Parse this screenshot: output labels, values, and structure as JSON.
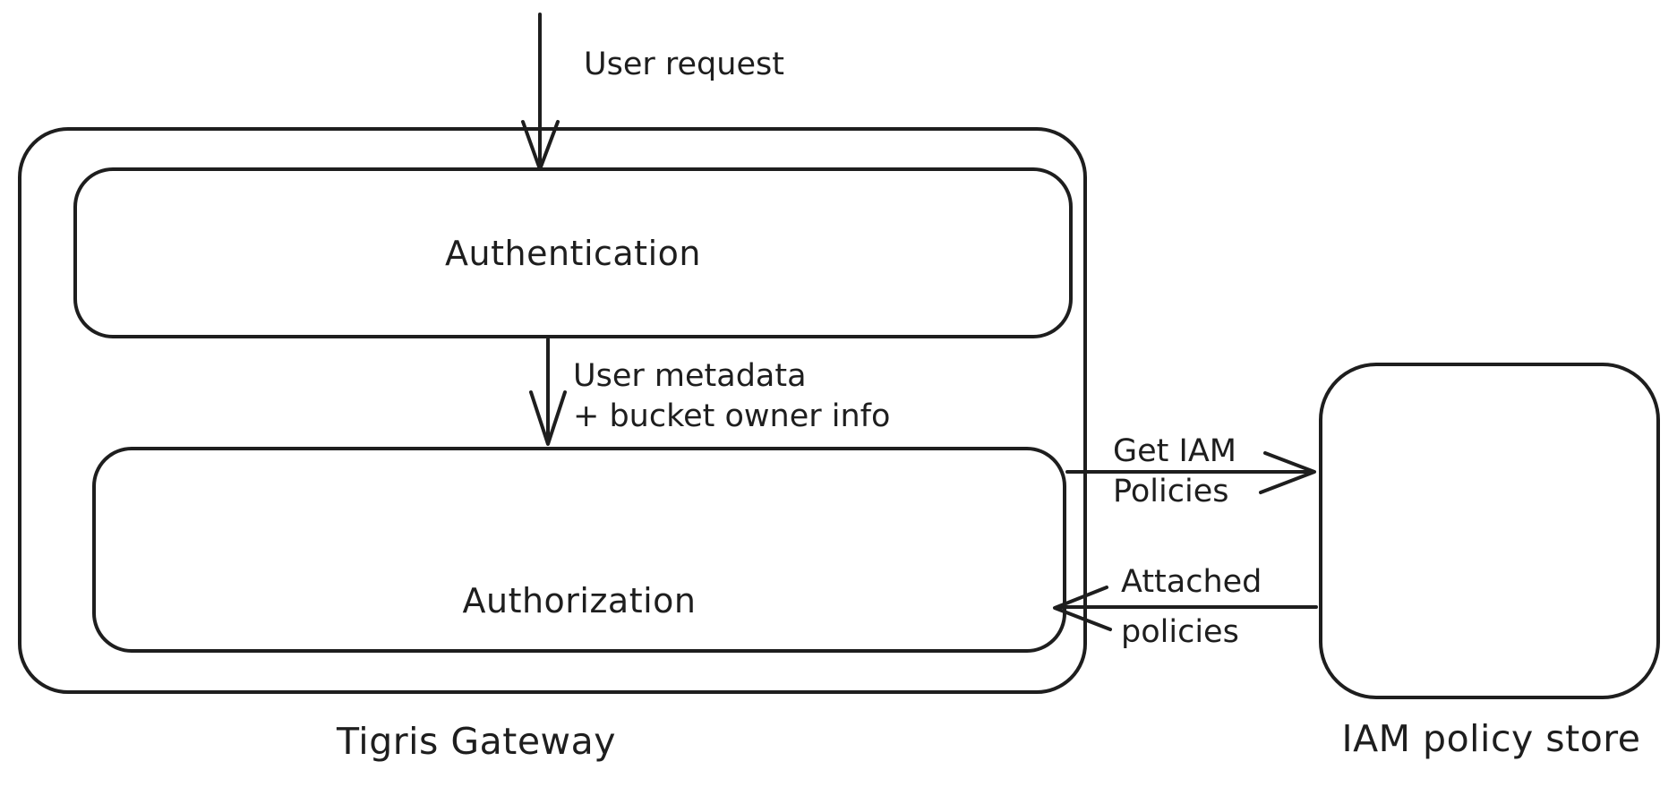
{
  "diagram": {
    "type": "architecture-flow",
    "colors": {
      "background": "#ffffff",
      "stroke": "#1e1e1e"
    },
    "nodes": {
      "gateway": {
        "label": "Tigris Gateway"
      },
      "authentication": {
        "label": "Authentication"
      },
      "authorization": {
        "label": "Authorization"
      },
      "iam_policy_store": {
        "label": "IAM policy store"
      }
    },
    "edges": {
      "user_request": {
        "label": "User request",
        "from": "external",
        "to": "authentication"
      },
      "user_metadata": {
        "line1": "User metadata",
        "line2": "+ bucket owner info",
        "from": "authentication",
        "to": "authorization"
      },
      "get_iam_policies": {
        "line1": "Get IAM",
        "line2": "Policies",
        "from": "authorization",
        "to": "iam_policy_store"
      },
      "attached_policies": {
        "line1": "Attached",
        "line2": "policies",
        "from": "iam_policy_store",
        "to": "authorization"
      }
    }
  }
}
